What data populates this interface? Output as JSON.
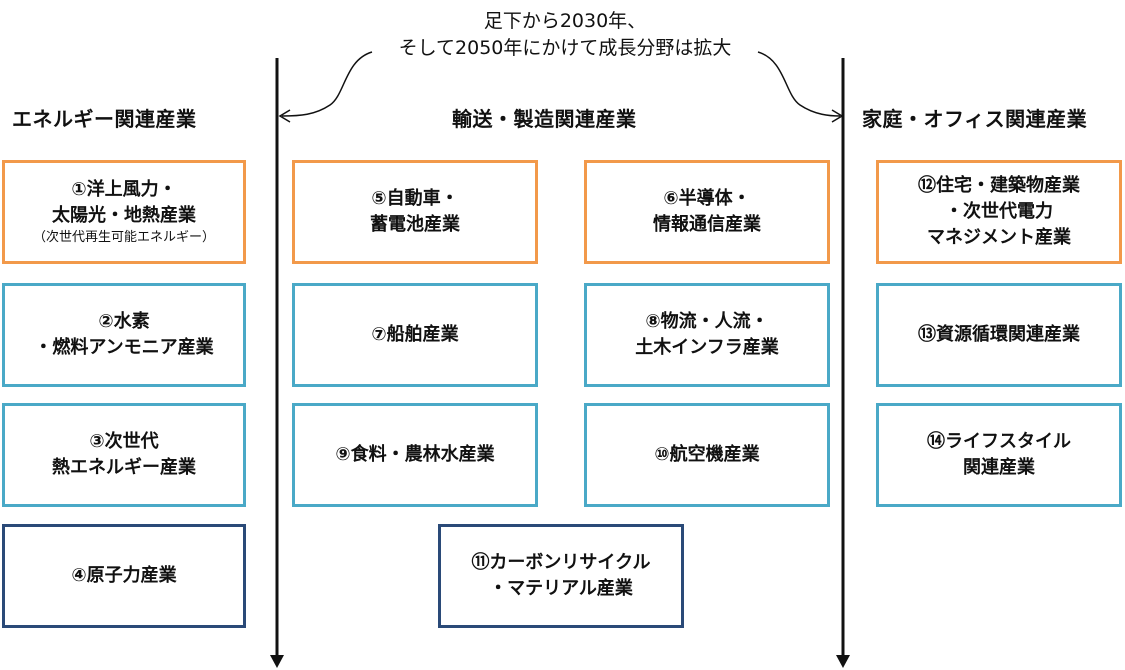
{
  "caption": {
    "line1": "足下から2030年、",
    "line2": "そして2050年にかけて成長分野は拡大"
  },
  "columns": {
    "energy": {
      "title": "エネルギー関連産業"
    },
    "transport": {
      "title": "輸送・製造関連産業"
    },
    "home": {
      "title": "家庭・オフィス関連産業"
    }
  },
  "boxes": {
    "b1": {
      "line1": "①洋上風力・",
      "line2": "太陽光・地熱産業",
      "note": "（次世代再生可能エネルギー）",
      "color": "#f2994a"
    },
    "b2": {
      "line1": "②水素",
      "line2": "・燃料アンモニア産業",
      "color": "#4aa9c7"
    },
    "b3": {
      "line1": "③次世代",
      "line2": "熱エネルギー産業",
      "color": "#4aa9c7"
    },
    "b4": {
      "line1": "④原子力産業",
      "color": "#2a4a78"
    },
    "b5": {
      "line1": "⑤自動車・",
      "line2": "蓄電池産業",
      "color": "#f2994a"
    },
    "b6": {
      "line1": "⑥半導体・",
      "line2": "情報通信産業",
      "color": "#f2994a"
    },
    "b7": {
      "line1": "⑦船舶産業",
      "color": "#4aa9c7"
    },
    "b8": {
      "line1": "⑧物流・人流・",
      "line2": "土木インフラ産業",
      "color": "#4aa9c7"
    },
    "b9": {
      "line1": "⑨食料・農林水産業",
      "color": "#4aa9c7"
    },
    "b10": {
      "line1": "⑩航空機産業",
      "color": "#4aa9c7"
    },
    "b11": {
      "line1": "⑪カーボンリサイクル",
      "line2": "・マテリアル産業",
      "color": "#2a4a78"
    },
    "b12": {
      "line1": "⑫住宅・建築物産業",
      "line2": "・次世代電力",
      "line3": "マネジメント産業",
      "color": "#f2994a"
    },
    "b13": {
      "line1": "⑬資源循環関連産業",
      "color": "#4aa9c7"
    },
    "b14": {
      "line1": "⑭ライフスタイル",
      "line2": "関連産業",
      "color": "#4aa9c7"
    }
  }
}
